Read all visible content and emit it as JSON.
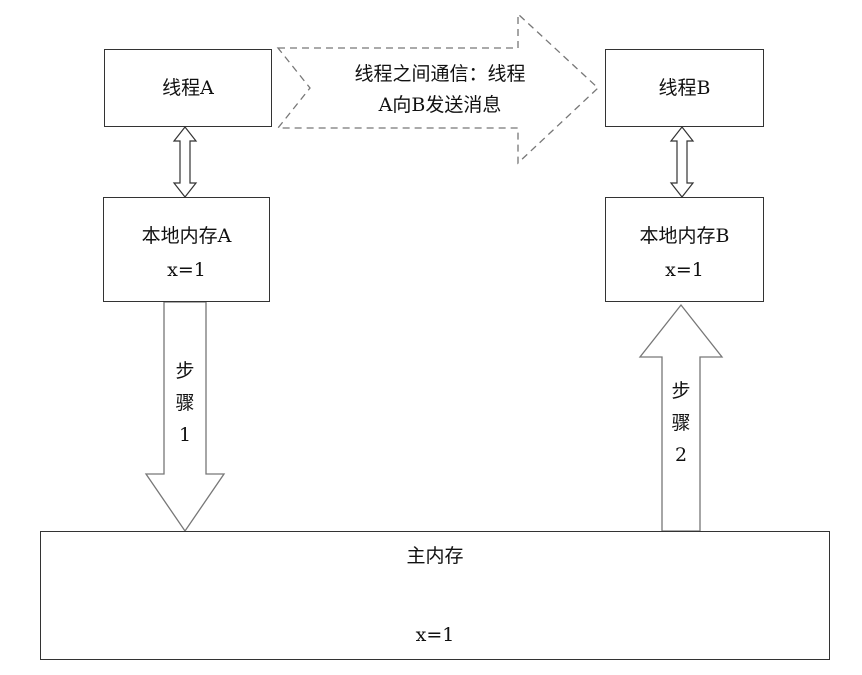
{
  "thread_a": {
    "label": "线程A"
  },
  "thread_b": {
    "label": "线程B"
  },
  "message_arrow": {
    "line1": "线程之间通信：线程",
    "line2": "A向B发送消息"
  },
  "local_a": {
    "label": "本地内存A",
    "value": "x=1"
  },
  "local_b": {
    "label": "本地内存B",
    "value": "x=1"
  },
  "step1": {
    "chars": [
      "步",
      "骤",
      "1"
    ]
  },
  "step2": {
    "chars": [
      "步",
      "骤",
      "2"
    ]
  },
  "main_memory": {
    "label": "主内存",
    "value": "x=1"
  }
}
